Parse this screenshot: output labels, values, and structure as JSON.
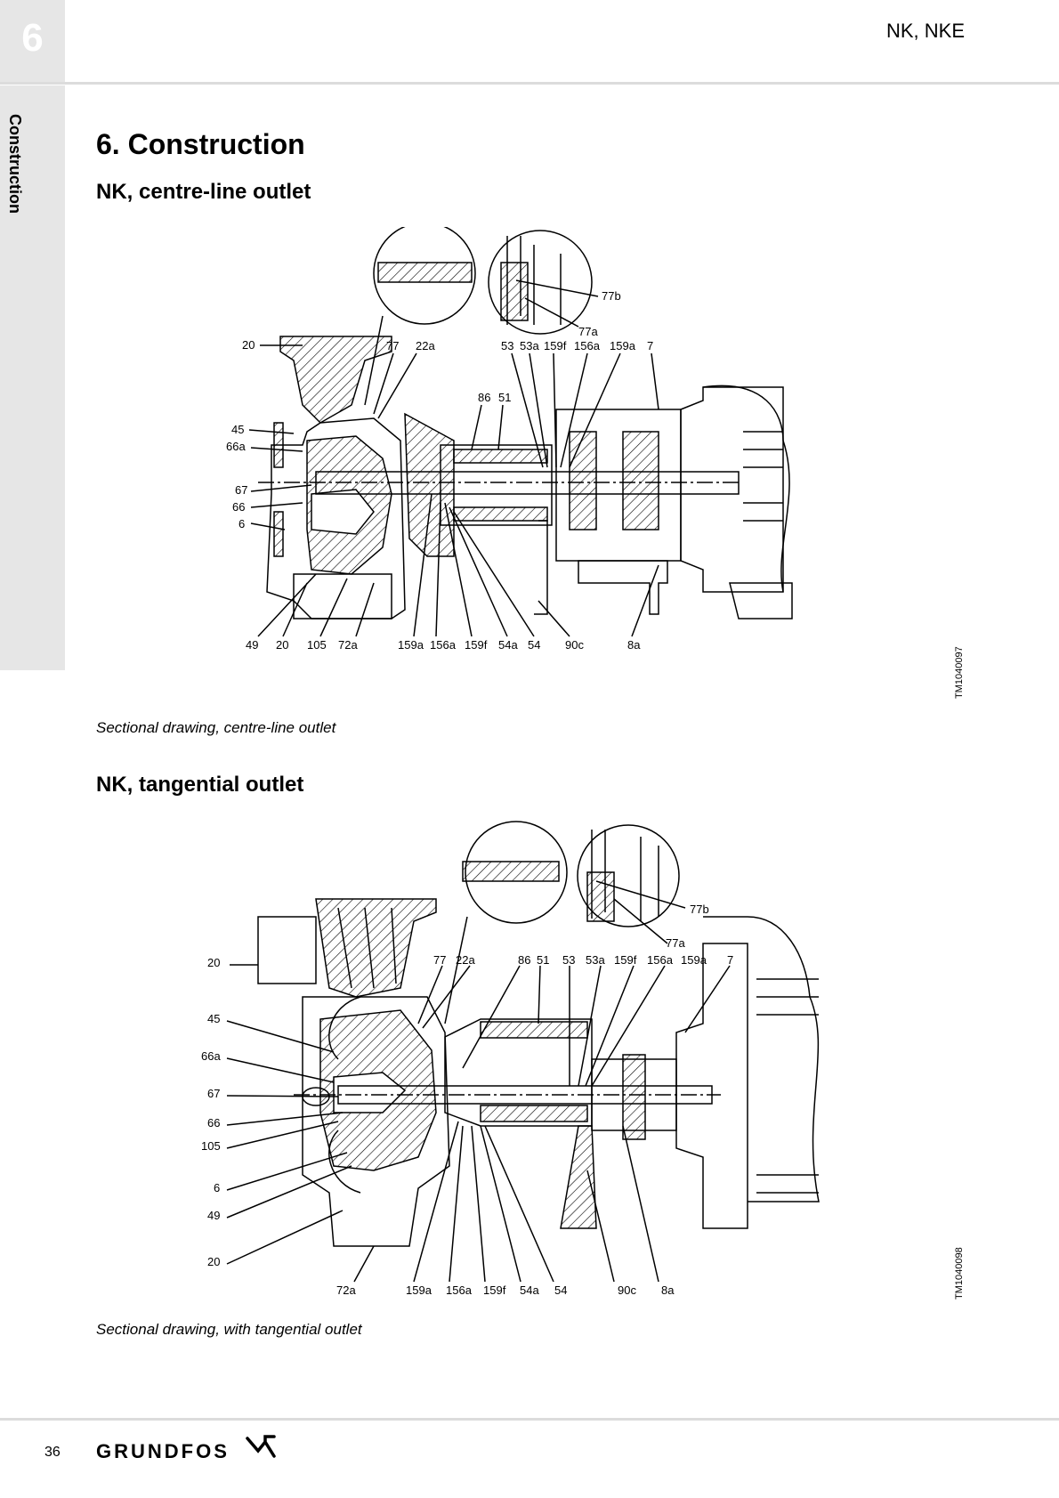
{
  "header": {
    "chapter_number": "6",
    "product": "NK, NKE",
    "side_tab": "Construction"
  },
  "section": {
    "number": "6.",
    "title": "Construction"
  },
  "drawing1": {
    "heading": "NK, centre-line outlet",
    "caption": "Sectional drawing, centre-line outlet",
    "code": "TM1040097",
    "labels_left": [
      "20",
      "45",
      "66a",
      "67",
      "66",
      "6"
    ],
    "labels_top": [
      "77",
      "22a",
      "53",
      "53a",
      "159f",
      "156a",
      "159a",
      "7",
      "86",
      "51"
    ],
    "labels_detail": [
      "77b",
      "77a"
    ],
    "labels_bottom": [
      "49",
      "20",
      "105",
      "72a",
      "159a",
      "156a",
      "159f",
      "54a",
      "54",
      "90c",
      "8a"
    ]
  },
  "drawing2": {
    "heading": "NK, tangential outlet",
    "caption": "Sectional drawing, with tangential outlet",
    "code": "TM1040098",
    "labels_left": [
      "20",
      "45",
      "66a",
      "67",
      "66",
      "105",
      "6",
      "49",
      "20"
    ],
    "labels_top": [
      "77",
      "22a",
      "86",
      "51",
      "53",
      "53a",
      "159f",
      "156a",
      "159a",
      "7"
    ],
    "labels_detail": [
      "77b",
      "77a"
    ],
    "labels_bottom": [
      "72a",
      "159a",
      "156a",
      "159f",
      "54a",
      "54",
      "90c",
      "8a"
    ]
  },
  "footer": {
    "page_number": "36",
    "brand": "GRUNDFOS"
  }
}
